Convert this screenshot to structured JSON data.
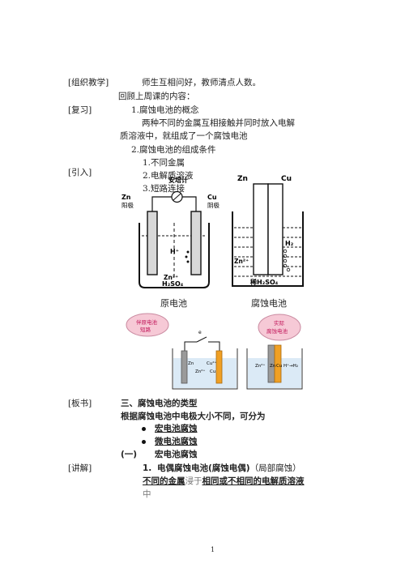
{
  "lines": {
    "org_label": "[组织教学]",
    "org_text": "师生互相问好，教师清点人数。",
    "review_prev": "回顾上周课的内容：",
    "review_label": "[复习]",
    "item1": "1.腐蚀电池的概念",
    "item1_body_a": "两种不同的金属互相接触并同时放入电解",
    "item1_body_b": "质溶液中，就组成了一个腐蚀电池",
    "item2": "2.腐蚀电池的组成条件",
    "sub1": "1.不同金属",
    "sub2": "2.电解质溶液",
    "sub3": "3.短路连接",
    "intro_label": "[引入]",
    "board_label": "[板书]",
    "heading3": "三、腐蚀电池的类型",
    "classify": "根据腐蚀电池中电极大小不同，可分为",
    "bullet1": "宏电池腐蚀",
    "bullet2": "微电池腐蚀",
    "sec_num": "(一)",
    "sec_title": "宏电池腐蚀",
    "lecture_label": "[讲解]",
    "lec_num": "1.",
    "lec_title": "电偶腐蚀电池(腐蚀电偶)",
    "lec_paren": "（局部腐蚀）",
    "lec_u1": "不同的金属",
    "lec_mid": "浸于",
    "lec_u2": "相同或不相同的电解质溶液",
    "lec_end": "中",
    "page_number": "1"
  },
  "figure_left": {
    "meter_label": "安培计",
    "left_electrode": "Zn",
    "left_role": "阳极",
    "right_electrode": "Cu",
    "right_role": "阴极",
    "ion_h": "H⁺",
    "ion_zn": "Zn²⁺",
    "solution": "H₂SO₄",
    "caption": "原电池"
  },
  "figure_right": {
    "left_electrode": "Zn",
    "right_electrode": "Cu",
    "gas": "H₂",
    "ion_zn": "Zn²⁺",
    "solution": "稀H₂SO₄",
    "caption": "腐蚀电池"
  },
  "figure_bottom": {
    "bubble_left_line1": "伴原电池",
    "bubble_left_line2": "短路",
    "bubble_right_line1": "实际",
    "bubble_right_line2": "腐蚀电池",
    "left_zn": "Zn",
    "left_cu": "Cu",
    "left_zn_ion": "Zn²⁺",
    "left_cu_ion": "Cu²⁺",
    "right_zn": "Zn",
    "right_cu": "Cu",
    "right_ion": "Zn²⁺",
    "right_h": "H⁺→H₂",
    "switch_label": "e"
  },
  "colors": {
    "bubble_fill": "#f6c9d6",
    "bubble_text": "#c2185b",
    "zinc": "#9a9a9a",
    "copper": "#f0a024",
    "solution": "#cfe3f3"
  }
}
